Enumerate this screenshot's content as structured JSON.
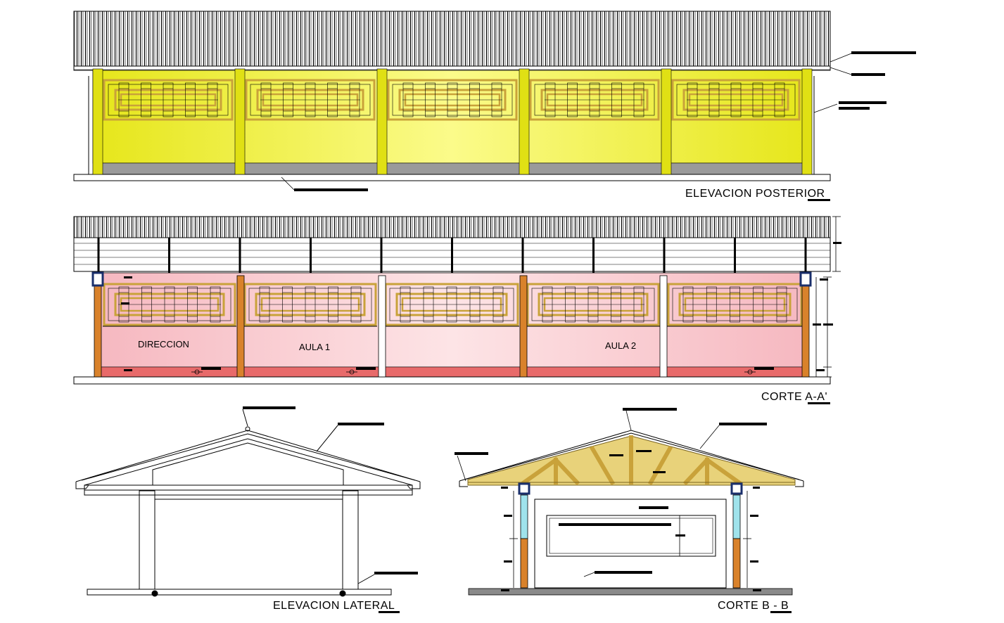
{
  "drawing": {
    "views": {
      "rear_elevation": {
        "title": "ELEVACION POSTERIOR"
      },
      "section_aa": {
        "title": "CORTE A-A'",
        "rooms": [
          "DIRECCION",
          "AULA 1",
          "AULA 2"
        ]
      },
      "side_elevation": {
        "title": "ELEVACION LATERAL"
      },
      "section_bb": {
        "title": "CORTE B - B"
      }
    },
    "colors": {
      "wall_yellow": "#f0f020",
      "wall_pink": "#f9c8c8",
      "window_frame": "#c9a23a",
      "truss_wood": "#e8d27a",
      "column_wood": "#d9822b",
      "column_cap": "#1a2f6b",
      "plinth_gray": "#9a9a9a",
      "plinth_red": "#e86a6a",
      "glass_blue": "#9fe3ec"
    }
  }
}
